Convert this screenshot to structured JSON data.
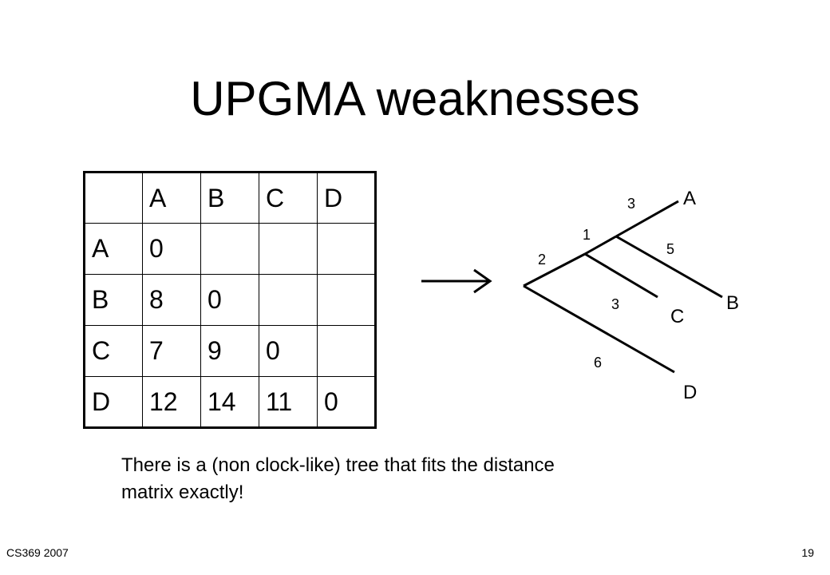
{
  "slide": {
    "title": "UPGMA weaknesses",
    "footer_left": "CS369 2007",
    "page_number": "19"
  },
  "matrix": {
    "headers": [
      "",
      "A",
      "B",
      "C",
      "D"
    ],
    "rows": [
      [
        "A",
        "0",
        "",
        "",
        ""
      ],
      [
        "B",
        "8",
        "0",
        "",
        ""
      ],
      [
        "C",
        "7",
        "9",
        "0",
        ""
      ],
      [
        "D",
        "12",
        "14",
        "11",
        "0"
      ]
    ]
  },
  "tree": {
    "leaves": {
      "a": "A",
      "b": "B",
      "c": "C",
      "d": "D"
    },
    "edge_lengths": {
      "root_to_inner": "2",
      "inner_to_upper": "1",
      "upper_to_a": "3",
      "upper_to_b": "5",
      "inner_to_c": "3",
      "root_to_d": "6"
    }
  },
  "caption": {
    "line1": "There is a (non clock-like) tree that fits the distance",
    "line2": "matrix exactly!"
  }
}
